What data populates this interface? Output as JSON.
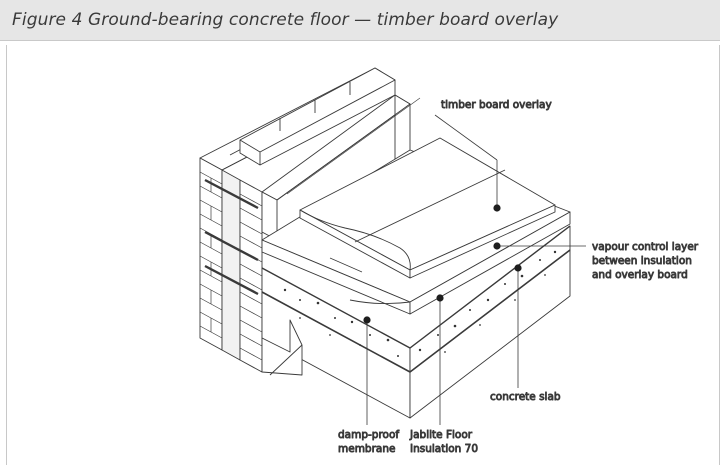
{
  "figure": {
    "title": "Figure 4  Ground-bearing concrete floor — timber board overlay"
  },
  "labels": {
    "timber": "timber board overlay",
    "vapour_1": "vapour control layer",
    "vapour_2": "between insulation",
    "vapour_3": "and overlay board",
    "slab": "concrete slab",
    "jablite_1": "Jablite Floor",
    "jablite_2": "Insulation 70",
    "dpm_1": "damp-proof",
    "dpm_2": "membrane"
  }
}
